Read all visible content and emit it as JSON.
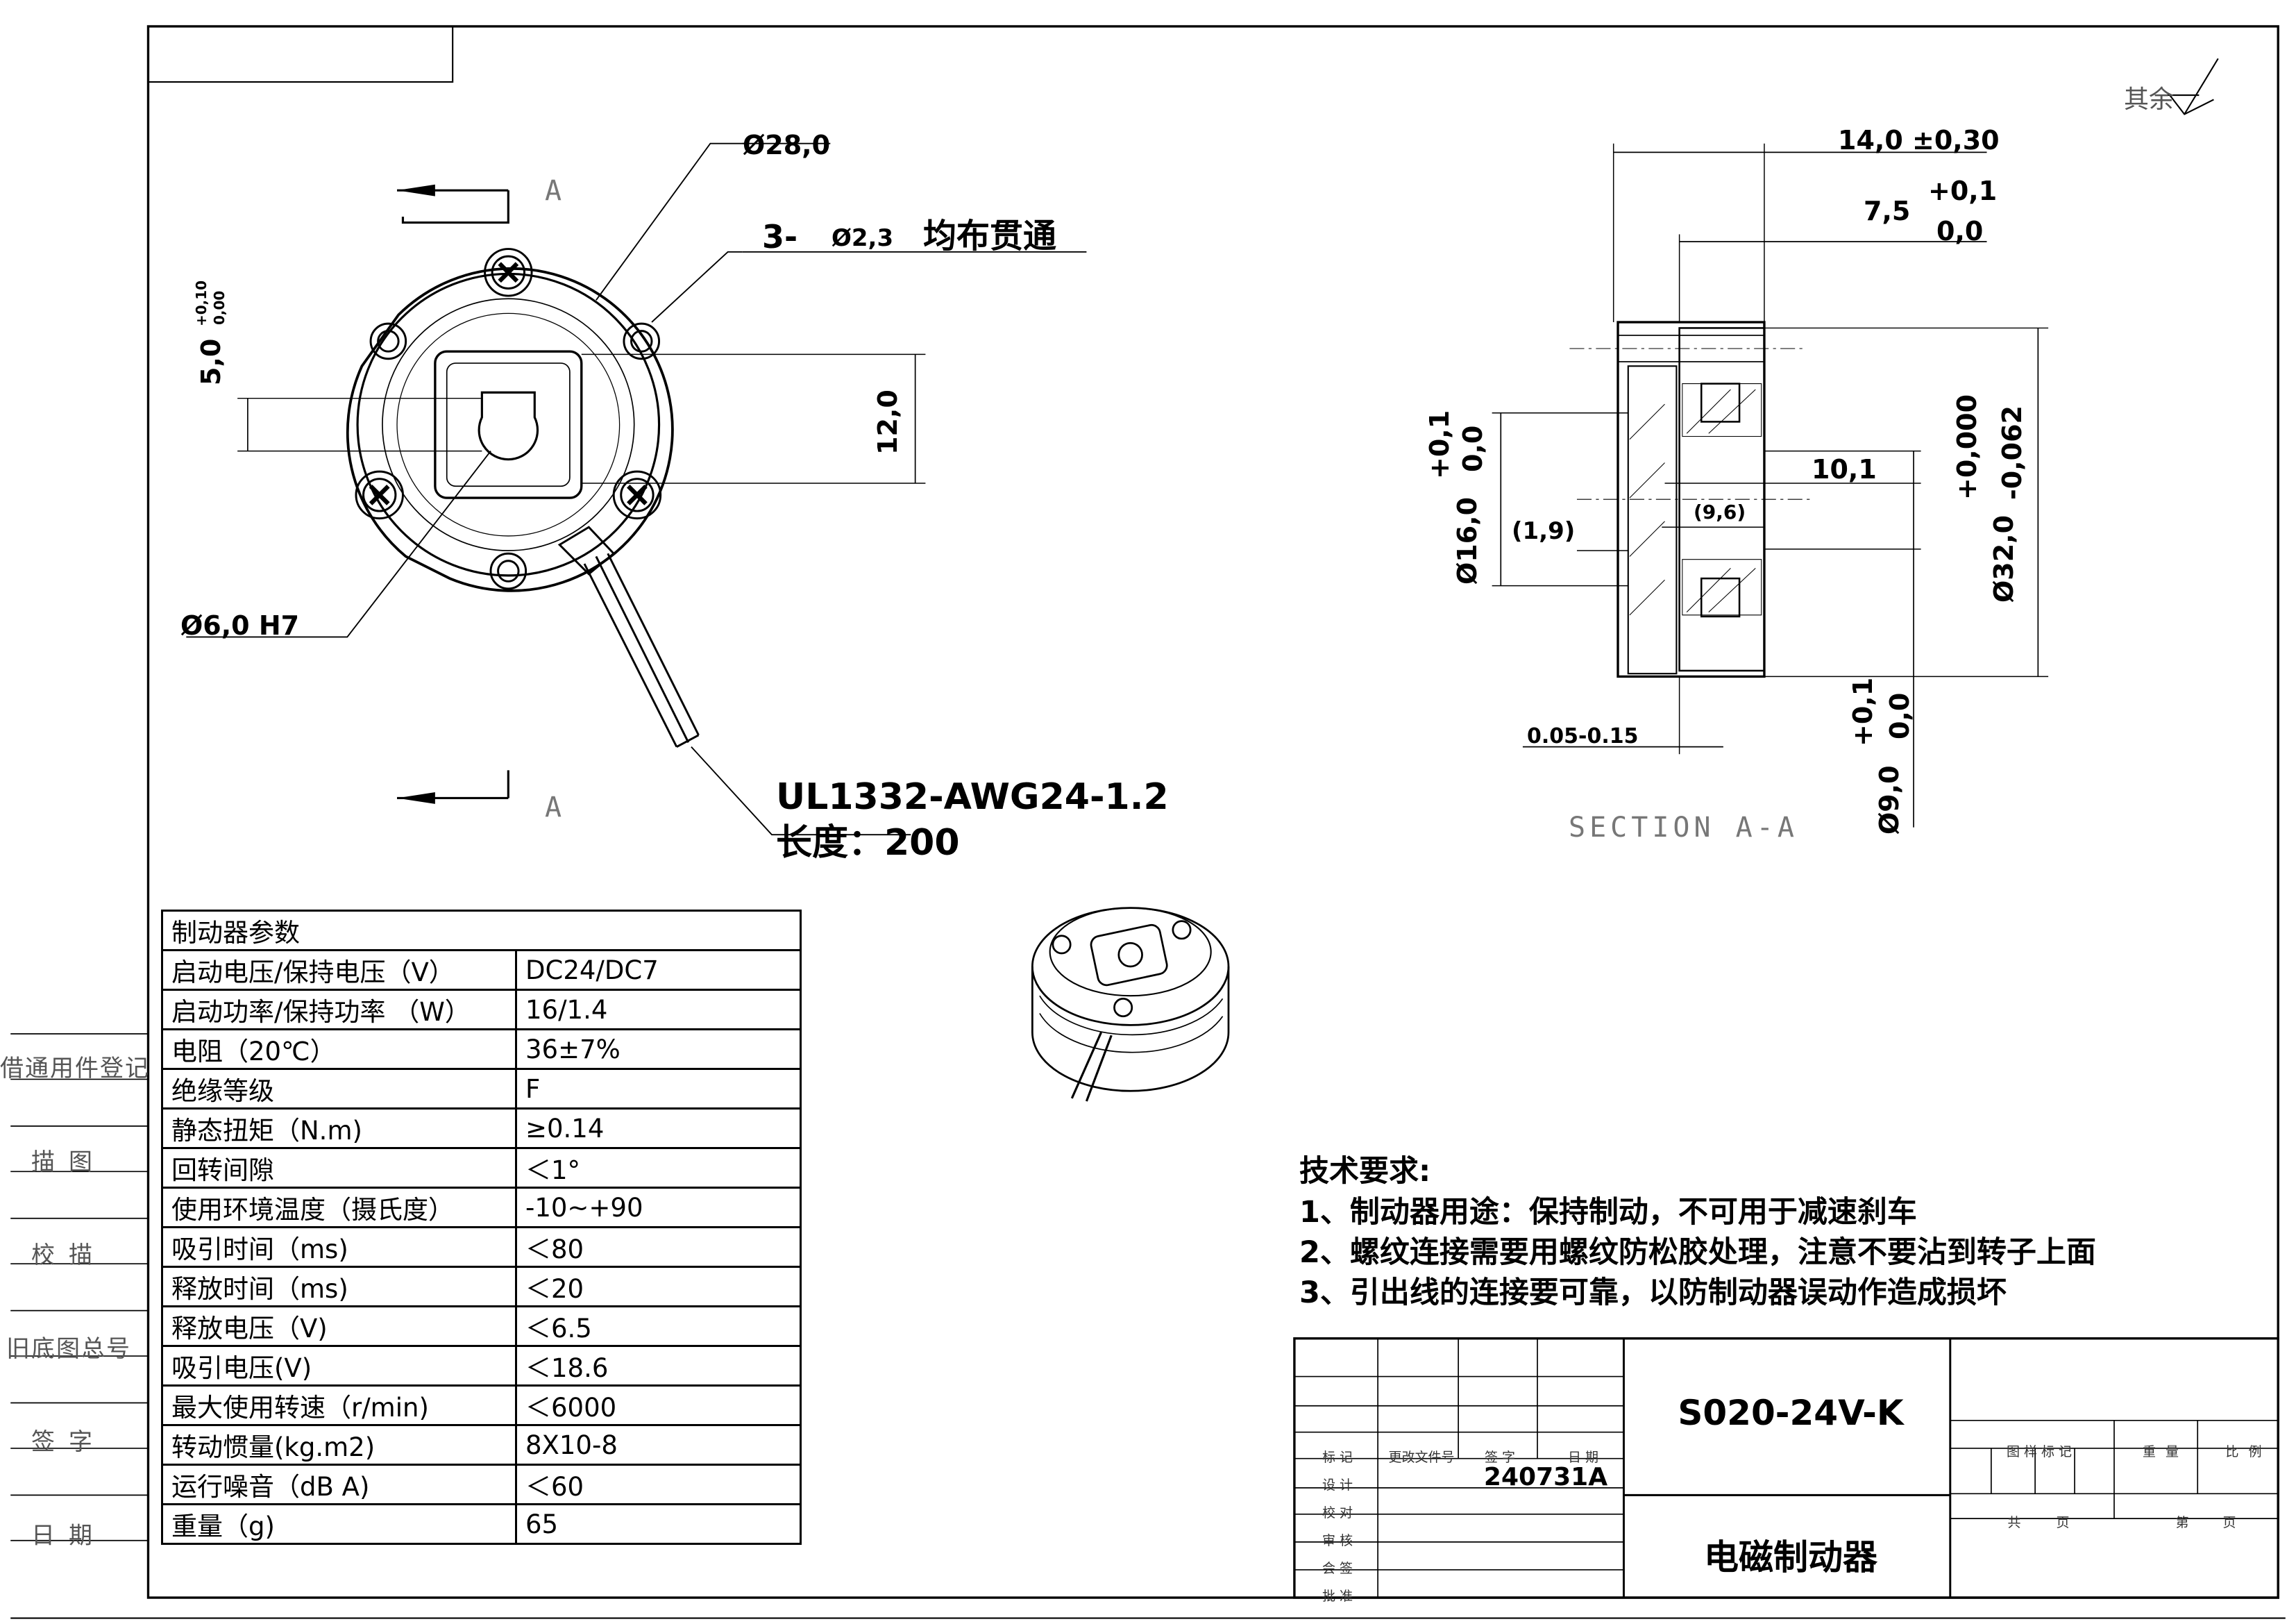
{
  "drawing": {
    "section_label_top": "A",
    "section_label_bottom": "A",
    "dims": {
      "outer_dia": "Ø28,0",
      "holes_count": "3-",
      "holes_dia": "Ø2,3",
      "holes_note": "均布贯通",
      "bore": "Ø6,0   H7",
      "key_width": "5,0",
      "key_tol_up": "+0,10",
      "key_tol_low": "0,00",
      "square": "12,0",
      "cable_spec": "UL1332-AWG24-1.2",
      "cable_length": "长度：200"
    },
    "section": {
      "title": "SECTION  A-A",
      "roughness": "其余",
      "len_total": "14,0  ±0,30",
      "len_part": "7,5",
      "len_part_up": "+0,1",
      "len_part_low": "0,0",
      "dia16": "Ø16,0",
      "dia16_up": "+0,1",
      "dia16_low": "0,0",
      "gap1": "(1,9)",
      "gap2": "(9,6)",
      "dim101": "10,1",
      "dia32": "Ø32,0",
      "dia32_up": "+0,000",
      "dia32_low": "-0,062",
      "airgap": "0.05-0.15",
      "dia9": "Ø9,0",
      "dia9_up": "+0,1",
      "dia9_low": "0,0"
    }
  },
  "params": {
    "title": "制动器参数",
    "rows": [
      {
        "k": "启动电压/保持电压（V）",
        "v": "DC24/DC7"
      },
      {
        "k": "启动功率/保持功率  （W）",
        "v": "16/1.4"
      },
      {
        "k": "电阻（20℃）",
        "v": "36±7%"
      },
      {
        "k": "绝缘等级",
        "v": "F"
      },
      {
        "k": "静态扭矩（N.m)",
        "v": "≥0.14"
      },
      {
        "k": "回转间隙",
        "v": "＜1°"
      },
      {
        "k": "使用环境温度（摄氏度）",
        "v": "-10~+90"
      },
      {
        "k": "吸引时间（ms)",
        "v": "＜80"
      },
      {
        "k": "释放时间（ms)",
        "v": "＜20"
      },
      {
        "k": "释放电压（V)",
        "v": "＜6.5"
      },
      {
        "k": "吸引电压(V)",
        "v": "＜18.6"
      },
      {
        "k": "最大使用转速（r/min)",
        "v": "＜6000"
      },
      {
        "k": "转动惯量(kg.m2)",
        "v": "8X10-8"
      },
      {
        "k": "运行噪音（dB A)",
        "v": "＜60"
      },
      {
        "k": "重量（g)",
        "v": "65"
      }
    ]
  },
  "requirements": {
    "title": "技术要求:",
    "items": [
      "1、制动器用途：保持制动，不可用于减速刹车",
      "2、螺纹连接需要用螺纹防松胶处理，注意不要沾到转子上面",
      "3、引出线的连接要可靠，以防制动器误动作造成损坏"
    ]
  },
  "title_block": {
    "model": "S020-24V-K",
    "name": "电磁制动器",
    "date_code": "240731A",
    "col_labels": [
      "标记",
      "更改文件号",
      "签字",
      "日期"
    ],
    "row_labels": [
      "设计",
      "校对",
      "审核",
      "会签",
      "批准"
    ],
    "right_labels": [
      "图样标记",
      "重量",
      "比例"
    ],
    "page_labels": [
      "共",
      "页",
      "第",
      "页"
    ]
  },
  "side_panel": [
    "借通用件登记",
    "描图",
    "校描",
    "旧底图总号",
    "签字",
    "日期"
  ]
}
